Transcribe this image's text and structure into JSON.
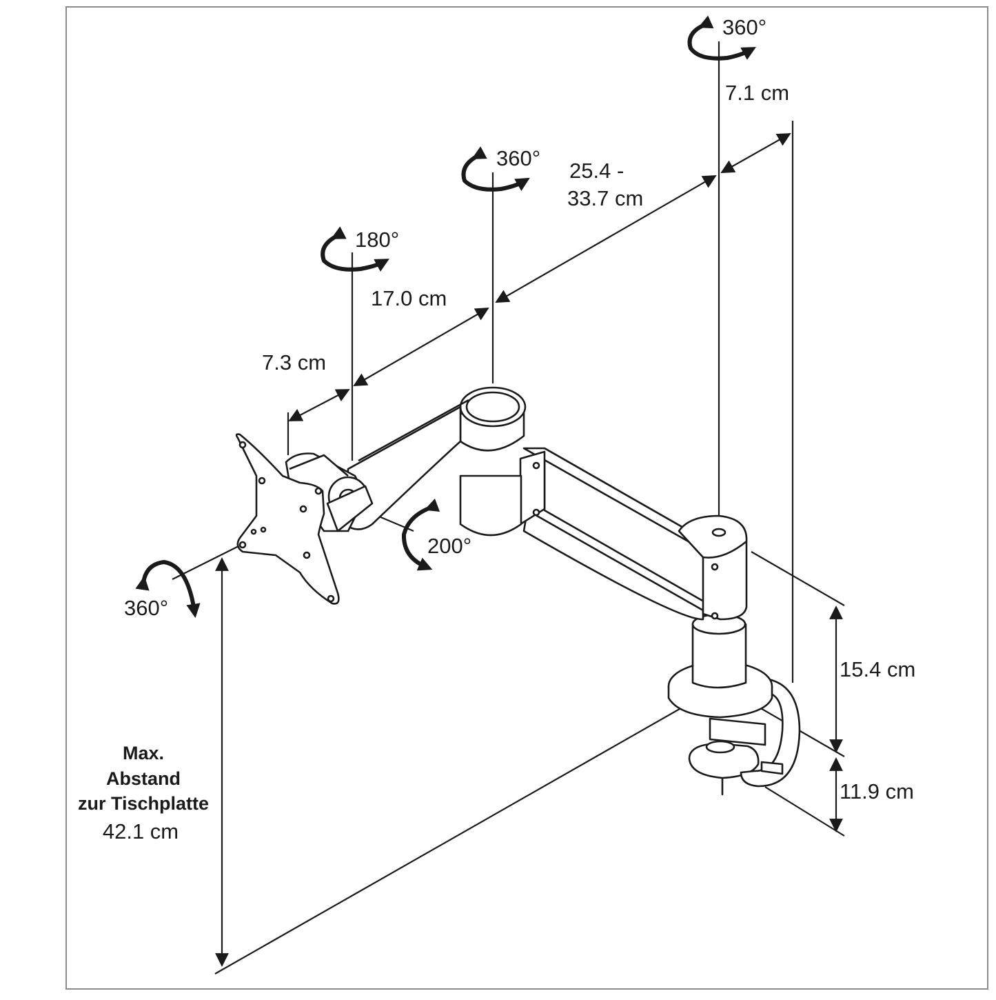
{
  "frame": {
    "border_color": "#8a8a8a"
  },
  "rotations": {
    "base_axis": "360°",
    "middle_joint": "360°",
    "head_joint": "180°",
    "tilt": "200°",
    "vesa_plate": "360°"
  },
  "dimensions": {
    "head_offset": "7.3 cm",
    "front_arm": "17.0 cm",
    "rear_arm_line1": "25.4 -",
    "rear_arm_line2": "33.7 cm",
    "base_offset": "7.1 cm",
    "post_height": "15.4 cm",
    "clamp_height": "11.9 cm"
  },
  "desk_distance": {
    "line1": "Max.",
    "line2": "Abstand",
    "line3": "zur Tischplatte",
    "value": "42.1 cm"
  },
  "icons": {
    "rotation": "rotation-arrow-icon",
    "dimension": "dimension-arrow-icon"
  }
}
